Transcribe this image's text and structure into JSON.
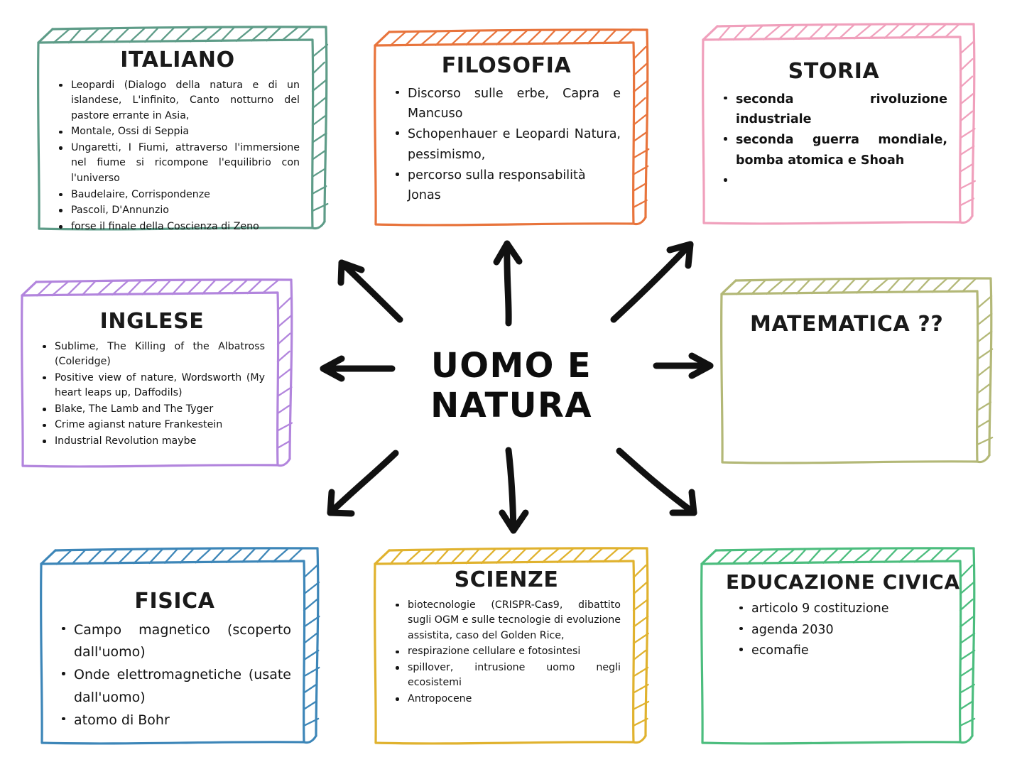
{
  "center": {
    "line1": "UOMO E",
    "line2": "NATURA"
  },
  "palette": {
    "italiano": "#5e9c88",
    "filosofia": "#e8743c",
    "storia": "#f0a0bc",
    "inglese": "#b285dd",
    "matematica": "#b3b877",
    "fisica": "#3d86b8",
    "scienze": "#e0b22e",
    "educazione_civica": "#4cbd7e",
    "ink": "#111111"
  },
  "boxes": [
    {
      "id": "italiano",
      "title": "ITALIANO",
      "color": "#5e9c88",
      "items": [
        "Leopardi (Dialogo della natura e di un islandese, L'infinito, Canto notturno del pastore errante in Asia,",
        "Montale, Ossi di Seppia",
        "Ungaretti, I Fiumi, attraverso l'immersione nel fiume si ricompone l'equilibrio con l'universo",
        "Baudelaire, Corrispondenze",
        "Pascoli, D'Annunzio",
        "forse il finale della Coscienza di Zeno"
      ]
    },
    {
      "id": "filosofia",
      "title": "FILOSOFIA",
      "color": "#e8743c",
      "items": [
        "Discorso sulle erbe, Capra e Mancuso",
        "Schopenhauer e Leopardi Natura, pessimismo,",
        "percorso sulla responsabilità Jonas"
      ]
    },
    {
      "id": "storia",
      "title": "STORIA",
      "color": "#f0a0bc",
      "items": [
        "seconda rivoluzione industriale",
        "seconda guerra mondiale, bomba atomica e Shoah",
        ""
      ]
    },
    {
      "id": "inglese",
      "title": "INGLESE",
      "color": "#b285dd",
      "items": [
        "Sublime, The Killing of the Albatross (Coleridge)",
        "Positive view of nature, Wordsworth (My heart leaps up, Daffodils)",
        "Blake, The Lamb and The Tyger",
        "Crime agianst nature Frankestein",
        "Industrial Revolution maybe"
      ]
    },
    {
      "id": "matematica",
      "title": "MATEMATICA ??",
      "color": "#b3b877",
      "items": []
    },
    {
      "id": "fisica",
      "title": "FISICA",
      "color": "#3d86b8",
      "items": [
        "Campo magnetico (scoperto dall'uomo)",
        "Onde elettromagnetiche (usate dall'uomo)",
        "atomo di Bohr"
      ]
    },
    {
      "id": "scienze",
      "title": "SCIENZE",
      "color": "#e0b22e",
      "items": [
        "biotecnologie (CRISPR-Cas9, dibattito sugli OGM e sulle tecnologie di evoluzione assistita, caso del Golden Rice,",
        "respirazione cellulare e fotosintesi",
        "spillover, intrusione uomo negli ecosistemi",
        "Antropocene"
      ]
    },
    {
      "id": "educazione_civica",
      "title": "EDUCAZIONE CIVICA",
      "color": "#4cbd7e",
      "items": [
        "articolo 9 costituzione",
        "agenda 2030",
        "ecomafie"
      ]
    }
  ],
  "arrows": [
    {
      "name": "arrow-to-italiano",
      "direction": "up-left"
    },
    {
      "name": "arrow-to-filosofia",
      "direction": "up"
    },
    {
      "name": "arrow-to-storia",
      "direction": "up-right"
    },
    {
      "name": "arrow-to-inglese",
      "direction": "left"
    },
    {
      "name": "arrow-to-matematica",
      "direction": "right"
    },
    {
      "name": "arrow-to-fisica",
      "direction": "down-left"
    },
    {
      "name": "arrow-to-scienze",
      "direction": "down"
    },
    {
      "name": "arrow-to-educazione-civica",
      "direction": "down-right"
    }
  ]
}
